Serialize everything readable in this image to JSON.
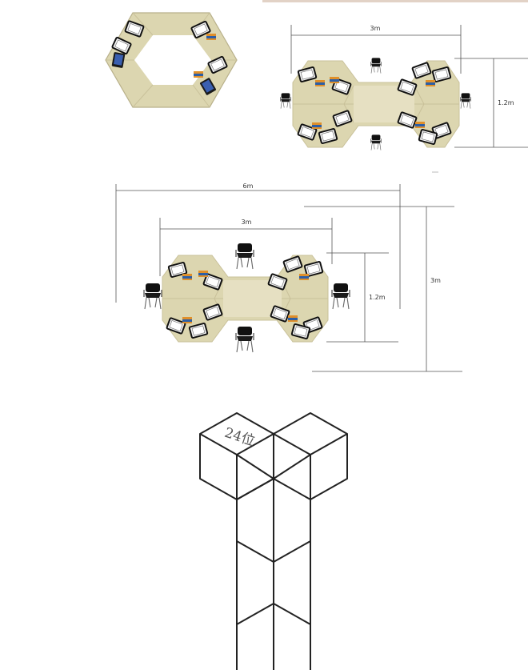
{
  "colors": {
    "desk_top": "#dcd6b0",
    "desk_center": "#e6e0c2",
    "desk_edge": "#b8b08a",
    "chair": "#111111",
    "drawing_line": "#222222",
    "dimension_line": "#555555",
    "accent_orange": "#e0902a",
    "accent_blue": "#2d5fa6"
  },
  "labels": {
    "width_3m_top": "3m",
    "height_1_2m_top": "1.2m",
    "width_6m": "6m",
    "width_3m_mid": "3m",
    "height_1_2m_mid": "1.2m",
    "height_3m_mid": "3m",
    "seat_count": "24位"
  },
  "icons": [
    "laptop-icon",
    "tablet-icon",
    "notebook-icon",
    "chair-icon"
  ]
}
